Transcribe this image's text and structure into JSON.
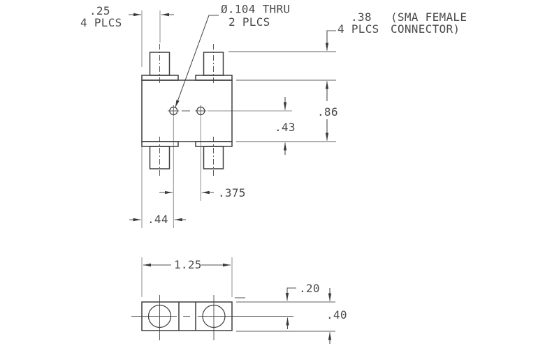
{
  "colors": {
    "geometry": "#3e3e3e",
    "dimension": "#4f4f4f",
    "extension": "#8d8d8d",
    "centerline": "#5a5a5a",
    "text": "#4a4a4a",
    "background": "#ffffff"
  },
  "top_view": {
    "pin_offset": {
      "value": ".25",
      "note": "4 PLCS"
    },
    "hole_callout": {
      "value": "Ø.104 THRU",
      "note": "2 PLCS"
    },
    "connector_callout": {
      "value": ".38",
      "note": "4 PLCS",
      "desc1": "(SMA FEMALE",
      "desc2": "CONNECTOR)"
    },
    "body_height": ".86",
    "hole_center_offset": ".43",
    "hole_spacing": ".375",
    "hole_edge_offset": ".44"
  },
  "side_view": {
    "body_width": "1.25",
    "hole_center_depth": ".20",
    "body_thickness": ".40"
  }
}
